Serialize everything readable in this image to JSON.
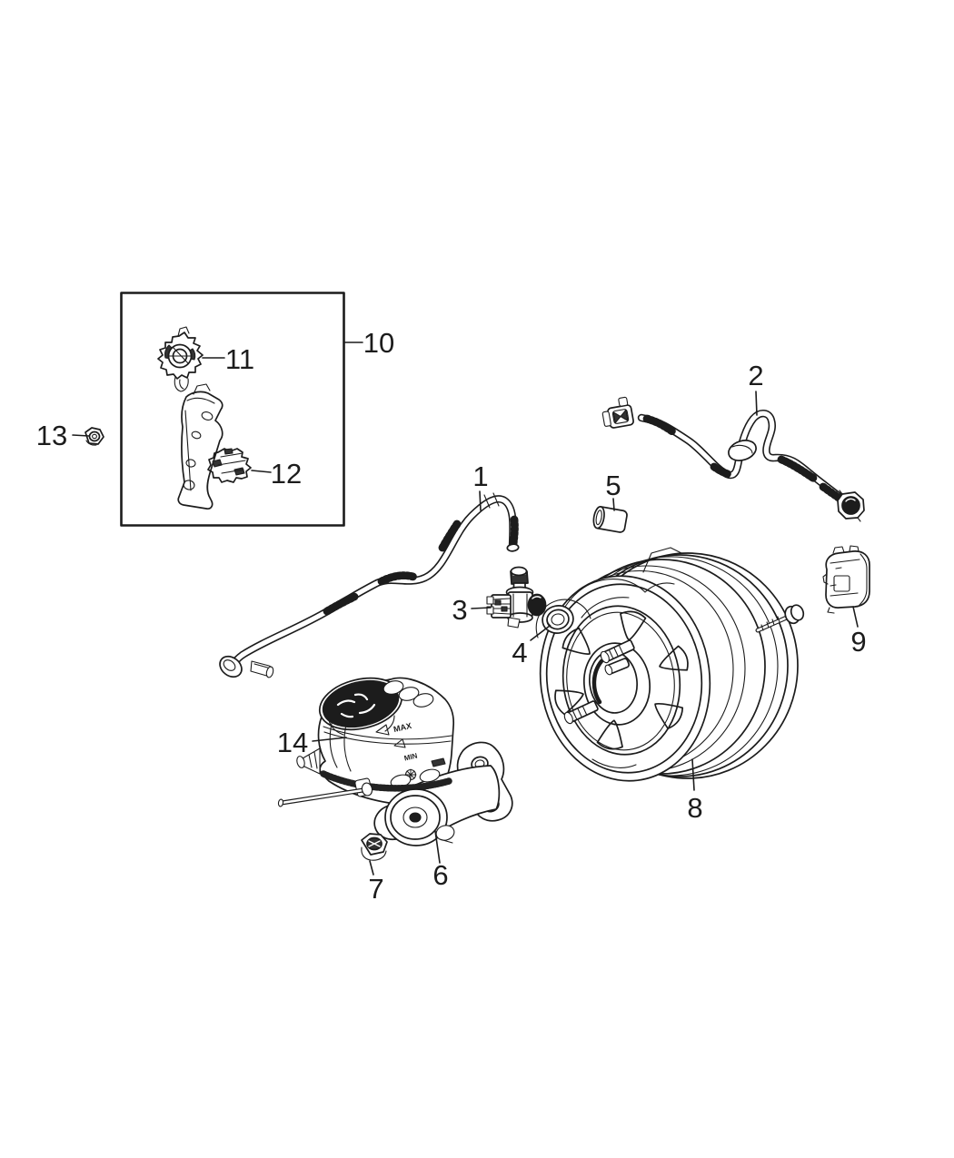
{
  "page": {
    "background": "#ffffff",
    "ink": "#1c1c1c"
  },
  "diagram": {
    "callouts": {
      "c1": {
        "label": "1"
      },
      "c2": {
        "label": "2"
      },
      "c3": {
        "label": "3"
      },
      "c4": {
        "label": "4"
      },
      "c5": {
        "label": "5"
      },
      "c6": {
        "label": "6"
      },
      "c7": {
        "label": "7"
      },
      "c8": {
        "label": "8"
      },
      "c9": {
        "label": "9"
      },
      "c10": {
        "label": "10"
      },
      "c11": {
        "label": "11"
      },
      "c12": {
        "label": "12"
      },
      "c13": {
        "label": "13"
      },
      "c14": {
        "label": "14"
      }
    },
    "reservoir_markings": {
      "max": "MAX",
      "min": "MIN"
    }
  }
}
